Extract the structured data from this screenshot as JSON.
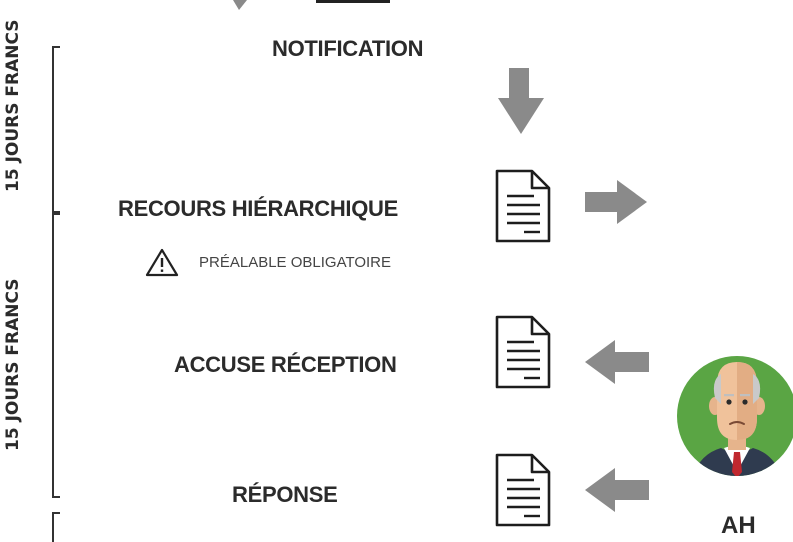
{
  "side_labels": {
    "top": "15 JOURS FRANCS",
    "bottom": "15 JOURS FRANCS"
  },
  "steps": {
    "notification": "NOTIFICATION",
    "recours": "RECOURS HIÉRARCHIQUE",
    "prealable": "PRÉALABLE OBLIGATOIRE",
    "accuse": "ACCUSE RÉCEPTION",
    "reponse": "RÉPONSE"
  },
  "actor": {
    "label": "AH"
  },
  "colors": {
    "arrow": "#8a8a8a",
    "text": "#2b2b2b",
    "avatar_bg": "#5aa544"
  }
}
